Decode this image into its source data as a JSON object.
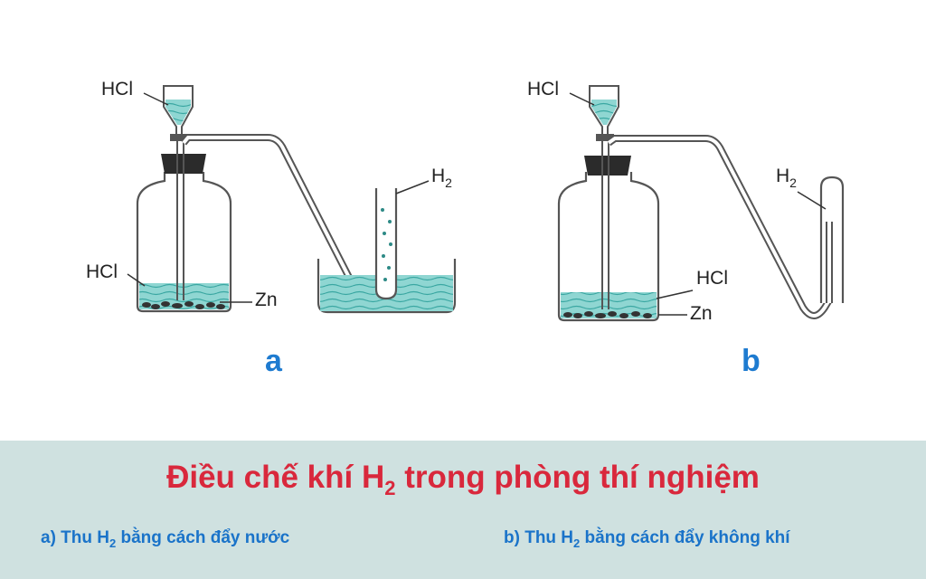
{
  "labels": {
    "hcl": "HCl",
    "h": "H",
    "two": "2",
    "zn": "Zn"
  },
  "panels": {
    "a": "a",
    "b": "b"
  },
  "banner": {
    "title_pre": "Điều chế khí H",
    "title_sub": "2",
    "title_post": " trong phòng thí nghiệm"
  },
  "captions": {
    "a_prefix": "a) Thu H",
    "a_sub": "2",
    "a_suffix": " bằng cách đẩy nước",
    "b_prefix": "b) Thu H",
    "b_sub": "2",
    "b_suffix": " bằng cách đẩy không khí"
  },
  "colors": {
    "liquid": "#6ec9c6",
    "liquid_dark": "#3aa7a2",
    "glass": "#555555",
    "title": "#d9283c",
    "caption": "#1a73c9",
    "banner_bg": "#cfe1e0",
    "stopper": "#2b2b2b"
  }
}
